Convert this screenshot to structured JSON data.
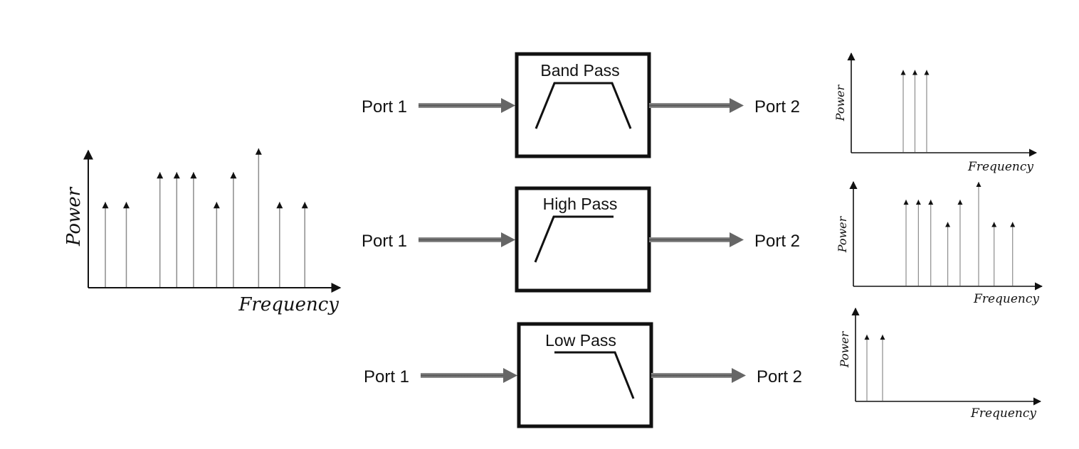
{
  "main_plot": {
    "xlabel": "Frequency",
    "ylabel": "Power",
    "impulses": [
      {
        "f": 1,
        "p": 0.57
      },
      {
        "f": 2,
        "p": 0.57
      },
      {
        "f": 3.6,
        "p": 0.77
      },
      {
        "f": 4.4,
        "p": 0.77
      },
      {
        "f": 5.2,
        "p": 0.77
      },
      {
        "f": 6.3,
        "p": 0.57
      },
      {
        "f": 7.1,
        "p": 0.77
      },
      {
        "f": 8.3,
        "p": 0.93
      },
      {
        "f": 9.3,
        "p": 0.57
      },
      {
        "f": 10.5,
        "p": 0.57
      }
    ]
  },
  "filters": [
    {
      "name": "Band Pass",
      "input_port": "Port 1",
      "output_port": "Port 2",
      "output_plot": {
        "xlabel": "Frequency",
        "ylabel": "Power",
        "impulses": [
          {
            "f": 3.6,
            "p": 0.77
          },
          {
            "f": 4.4,
            "p": 0.77
          },
          {
            "f": 5.2,
            "p": 0.77
          }
        ]
      }
    },
    {
      "name": "High Pass",
      "input_port": "Port 1",
      "output_port": "Port 2",
      "output_plot": {
        "xlabel": "Frequency",
        "ylabel": "Power",
        "impulses": [
          {
            "f": 3.6,
            "p": 0.77
          },
          {
            "f": 4.4,
            "p": 0.77
          },
          {
            "f": 5.2,
            "p": 0.77
          },
          {
            "f": 6.3,
            "p": 0.57
          },
          {
            "f": 7.1,
            "p": 0.77
          },
          {
            "f": 8.3,
            "p": 0.93
          },
          {
            "f": 9.3,
            "p": 0.57
          },
          {
            "f": 10.5,
            "p": 0.57
          }
        ]
      }
    },
    {
      "name": "Low Pass",
      "input_port": "Port 1",
      "output_port": "Port 2",
      "output_plot": {
        "xlabel": "Frequency",
        "ylabel": "Power",
        "impulses": [
          {
            "f": 1,
            "p": 0.57
          },
          {
            "f": 2,
            "p": 0.57
          }
        ]
      }
    }
  ]
}
